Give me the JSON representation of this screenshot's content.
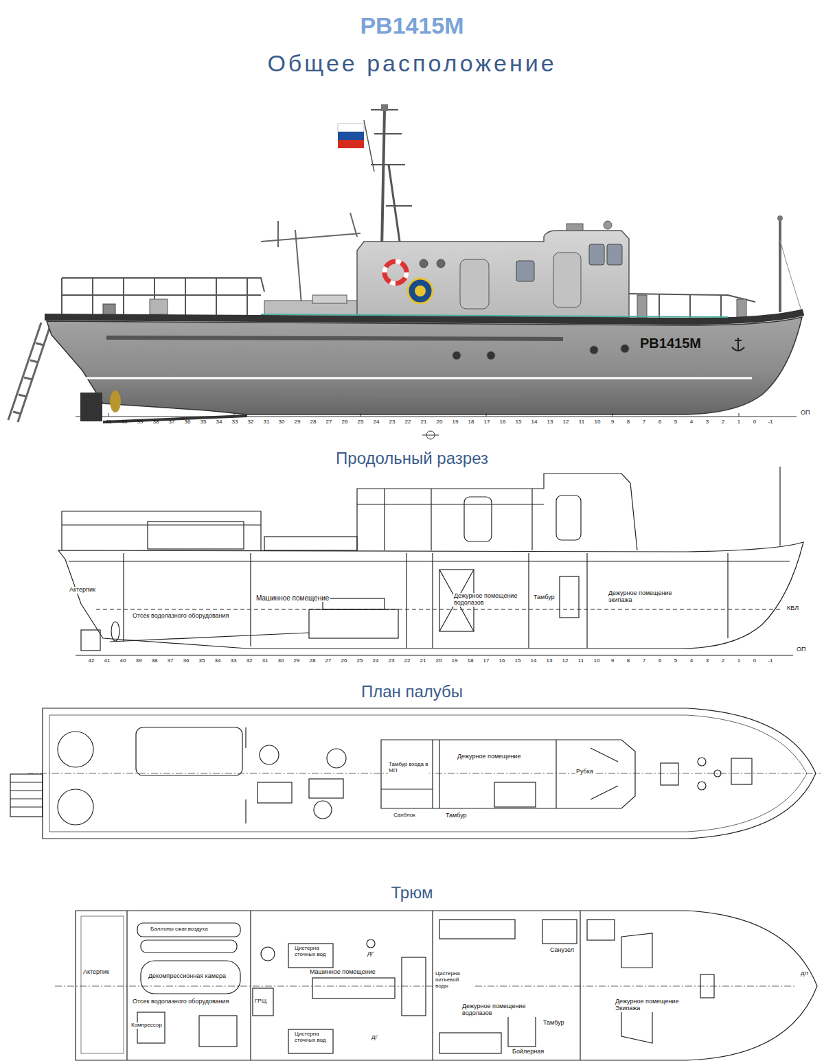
{
  "diagram": {
    "title": "РВ1415М",
    "labels": [
      "Общее расположение",
      "РВ1415М",
      "ОП",
      "41",
      "40",
      "39",
      "38",
      "37",
      "36",
      "35",
      "34",
      "33",
      "32",
      "31",
      "30",
      "29",
      "28",
      "27",
      "26",
      "25",
      "24",
      "23",
      "22",
      "21",
      "20",
      "19",
      "18",
      "17",
      "16",
      "15",
      "14",
      "13",
      "12",
      "11",
      "10",
      "9",
      "8",
      "7",
      "6",
      "5",
      "4",
      "3",
      "2",
      "1",
      "0",
      "-1",
      "Продольный разрез",
      "Актерпик",
      "Отсек водолазного оборудования",
      "Машинное помещение",
      "Дежурное помещение водолазов",
      "Тамбур",
      "Дежурное помещение экипажа",
      "КВЛ",
      "ОП",
      "42",
      "41",
      "40",
      "39",
      "38",
      "37",
      "36",
      "35",
      "34",
      "33",
      "32",
      "31",
      "30",
      "29",
      "28",
      "27",
      "26",
      "25",
      "24",
      "23",
      "22",
      "21",
      "20",
      "19",
      "18",
      "17",
      "16",
      "15",
      "14",
      "13",
      "12",
      "11",
      "10",
      "9",
      "8",
      "7",
      "6",
      "5",
      "4",
      "3",
      "2",
      "1",
      "0",
      "-1",
      "План палубы",
      "Тамбур входа в МП",
      "Санблок",
      "Дежурное помещение",
      "Тамбур",
      "Рубка",
      "Трюм",
      "Баллоны сжат.воздуха",
      "Актерпик",
      "Декомпрессионная камера",
      "Отсек водолазного оборудования",
      "Компрессор",
      "ГРЩ",
      "Цистерна сточных вод",
      "Машинное помещение",
      "ДГ",
      "ДГ",
      "Цистерна сточных вод",
      "Цистерна питьевой воды",
      "Дежурное помещение водолазов",
      "Санузел",
      "Тамбур",
      "Бойлерная",
      "Дежурное помещение Экипажа",
      "ДП"
    ]
  }
}
